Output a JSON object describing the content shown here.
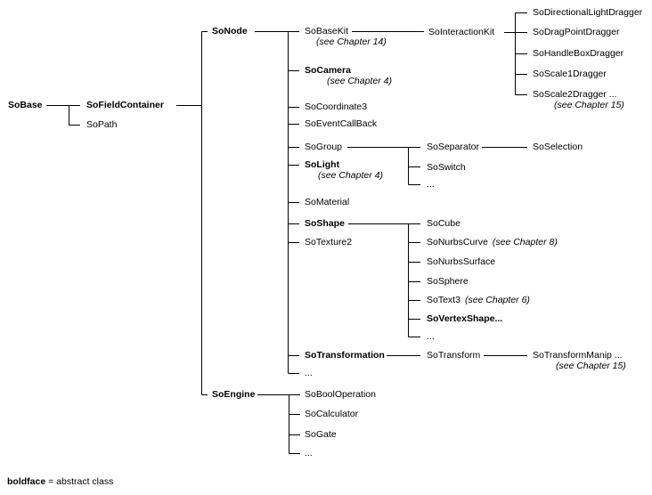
{
  "colors": {
    "background": "#ffffff",
    "text": "#000000",
    "lines": "#000000"
  },
  "legend": {
    "bold_term": "boldface",
    "definition": " = abstract class"
  },
  "tree": {
    "label": "SoBase",
    "abstract": true,
    "children": [
      {
        "label": "SoFieldContainer",
        "abstract": true,
        "children": [
          {
            "label": "SoNode",
            "abstract": true,
            "children": [
              {
                "label": "SoBaseKit",
                "note": "(see Chapter 14)",
                "children": [
                  {
                    "label": "SoInteractionKit",
                    "children": [
                      {
                        "label": "SoDirectionalLightDragger"
                      },
                      {
                        "label": "SoDragPointDragger"
                      },
                      {
                        "label": "SoHandleBoxDragger"
                      },
                      {
                        "label": "SoScale1Dragger"
                      },
                      {
                        "label": "SoScale2Dragger ...",
                        "note": "(see Chapter 15)"
                      }
                    ]
                  }
                ]
              },
              {
                "label": "SoCamera",
                "abstract": true,
                "note": "(see Chapter 4)"
              },
              {
                "label": "SoCoordinate3"
              },
              {
                "label": "SoEventCallBack"
              },
              {
                "label": "SoGroup",
                "children": [
                  {
                    "label": "SoSeparator",
                    "children": [
                      {
                        "label": "SoSelection"
                      }
                    ]
                  },
                  {
                    "label": "SoSwitch"
                  },
                  {
                    "label": "..."
                  }
                ]
              },
              {
                "label": "SoLight",
                "abstract": true,
                "note": "(see Chapter 4)"
              },
              {
                "label": "SoMaterial"
              },
              {
                "label": "SoShape",
                "abstract": true,
                "children": [
                  {
                    "label": "SoCube"
                  },
                  {
                    "label": "SoNurbsCurve",
                    "note": "(see Chapter 8)"
                  },
                  {
                    "label": "SoNurbsSurface"
                  },
                  {
                    "label": "SoSphere"
                  },
                  {
                    "label": "SoText3",
                    "note": "(see Chapter 6)"
                  },
                  {
                    "label": "SoVertexShape...",
                    "abstract": true
                  },
                  {
                    "label": "..."
                  }
                ]
              },
              {
                "label": "SoTexture2"
              },
              {
                "label": "SoTransformation",
                "abstract": true,
                "children": [
                  {
                    "label": "SoTransform",
                    "children": [
                      {
                        "label": "SoTransformManip ...",
                        "note": "(see Chapter 15)"
                      }
                    ]
                  }
                ]
              },
              {
                "label": "..."
              }
            ]
          },
          {
            "label": "SoEngine",
            "abstract": true,
            "children": [
              {
                "label": "SoBoolOperation"
              },
              {
                "label": "SoCalculator"
              },
              {
                "label": "SoGate"
              },
              {
                "label": "..."
              }
            ]
          }
        ]
      },
      {
        "label": "SoPath"
      }
    ]
  }
}
